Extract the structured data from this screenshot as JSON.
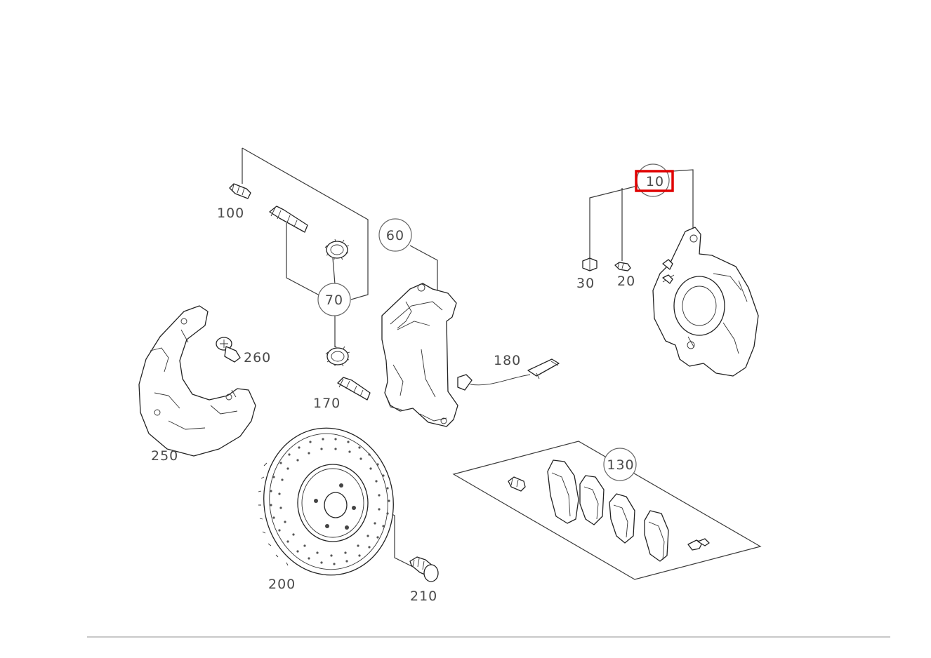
{
  "diagram": {
    "labels": {
      "p10": "10",
      "p20": "20",
      "p30": "30",
      "p60": "60",
      "p70": "70",
      "p100": "100",
      "p130": "130",
      "p170": "170",
      "p180": "180",
      "p200": "200",
      "p210": "210",
      "p250": "250",
      "p260": "260"
    },
    "highlight": {
      "label": "10",
      "color": "#e00000"
    }
  }
}
